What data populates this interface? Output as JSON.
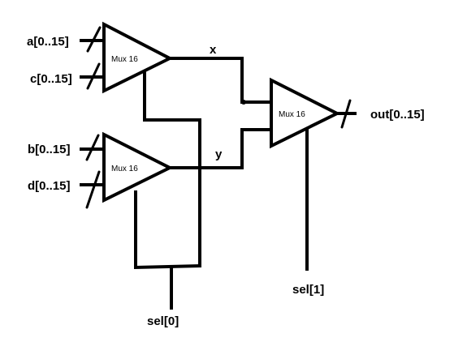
{
  "diagram": {
    "gate_label": "Mux 16",
    "inputs": {
      "a": "a[0..15]",
      "c": "c[0..15]",
      "b": "b[0..15]",
      "d": "d[0..15]"
    },
    "signals": {
      "x": "x",
      "y": "y"
    },
    "selects": {
      "sel0": "sel[0]",
      "sel1": "sel[1]"
    },
    "output": "out[0..15]"
  }
}
